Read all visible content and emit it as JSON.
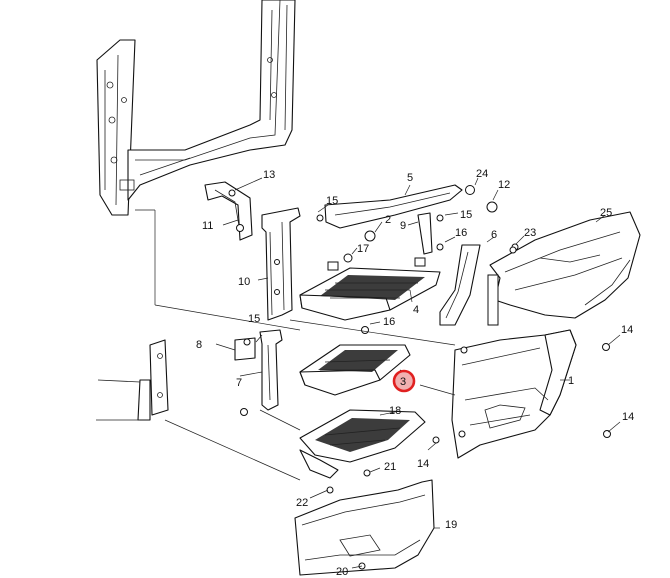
{
  "diagram": {
    "highlighted_part": "3",
    "highlight_color": "#e02020",
    "callouts": [
      "1",
      "2",
      "3",
      "4",
      "5",
      "6",
      "7",
      "8",
      "9",
      "10",
      "11",
      "12",
      "13",
      "14",
      "14",
      "14",
      "15",
      "15",
      "15",
      "16",
      "16",
      "17",
      "18",
      "19",
      "20",
      "21",
      "22",
      "23",
      "24",
      "25"
    ]
  }
}
